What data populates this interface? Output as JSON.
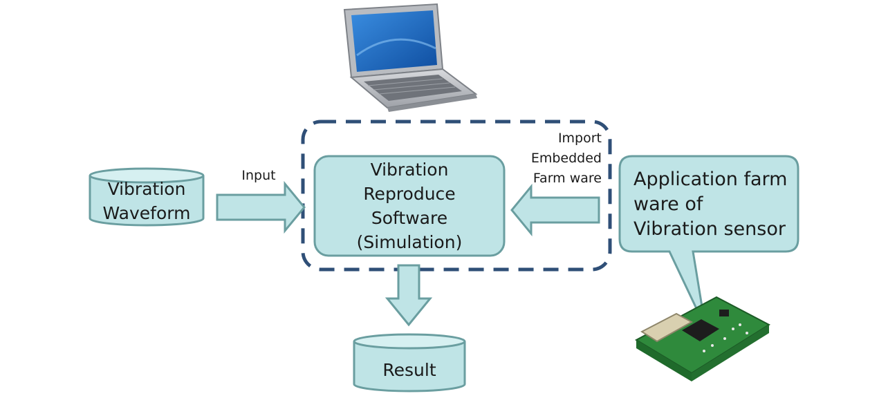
{
  "nodes": {
    "vibration_waveform": "Vibration\nWaveform",
    "software": "Vibration\nReproduce\nSoftware\n(Simulation)",
    "result": "Result",
    "callout": "Application farm\nware of\nVibration sensor"
  },
  "edges": {
    "input_label": "Input",
    "import_label": "Import\nEmbedded\nFarm ware"
  },
  "colors": {
    "fill": "#bfe4e6",
    "stroke": "#6a9ea0",
    "dashed_border": "#2f4f77",
    "laptop_screen": "#1f6fc4",
    "pcb": "#2f8a3c"
  },
  "icons": [
    "laptop-icon",
    "sensor-board-icon"
  ]
}
